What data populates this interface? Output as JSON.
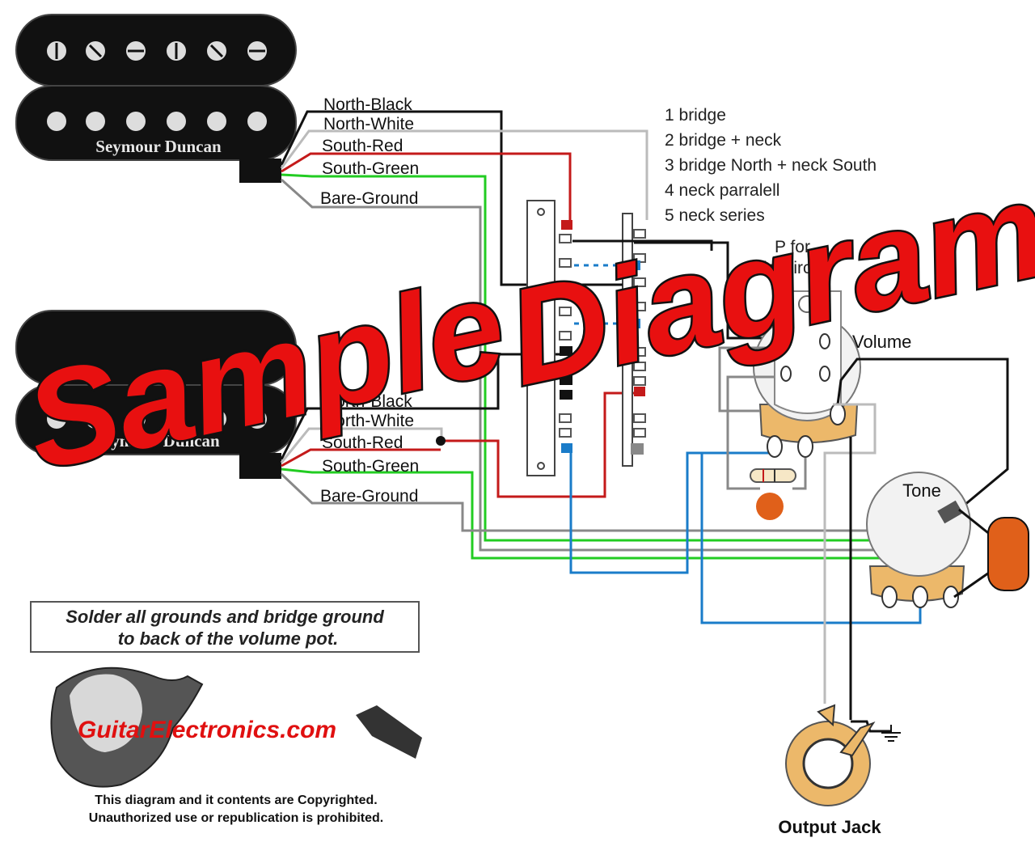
{
  "colors": {
    "north_black": "#111111",
    "north_white": "#bbbbbb",
    "south_red": "#c41a1a",
    "south_green": "#22cc22",
    "bare_ground": "#888888",
    "hot_wire": "#1a7cc9",
    "pot_body": "#ecb86a",
    "cap": "#e0601a",
    "watermark": "#e81010"
  },
  "pickups": {
    "bridge": {
      "brand": "Seymour Duncan",
      "wires": [
        "North-Black",
        "North-White",
        "South-Red",
        "South-Green",
        "Bare-Ground"
      ]
    },
    "neck": {
      "brand": "Seymour Duncan",
      "wires": [
        "North-Black",
        "North-White",
        "South-Red",
        "South-Green",
        "Bare-Ground"
      ]
    }
  },
  "switch_positions": [
    "1 bridge",
    "2 bridge + neck",
    "3 bridge North + neck South",
    "4 neck parralell",
    "5 neck series"
  ],
  "partial_labels": {
    "line1": "P  for",
    "line2": "le   Circ"
  },
  "pots": {
    "volume_label": "Volume",
    "tone_label": "Tone"
  },
  "jack": {
    "label": "Output Jack"
  },
  "ground_note": [
    "Solder all grounds and bridge ground",
    "to back of the volume pot."
  ],
  "logo": {
    "text": "GuitarElectronics.com"
  },
  "copyright": [
    "This diagram and it contents are Copyrighted.",
    "Unauthorized use or republication is prohibited."
  ],
  "watermark": {
    "word1": "Sample",
    "word2": "Diagram"
  },
  "icons": [
    "ground-symbol-icon",
    "guitar-silhouette-icon",
    "capacitor-icon",
    "resistor-icon"
  ]
}
